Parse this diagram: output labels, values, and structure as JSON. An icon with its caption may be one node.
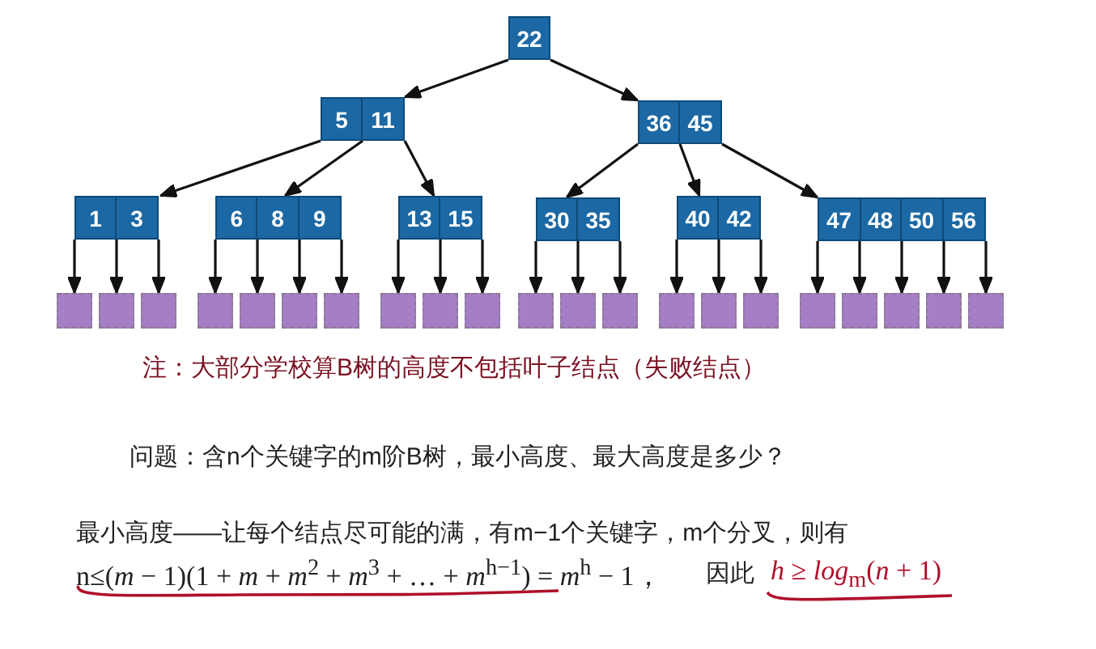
{
  "diagram": {
    "nodes": [
      {
        "text": [
          "22"
        ]
      },
      {
        "text": [
          "5",
          "11"
        ]
      },
      {
        "text": [
          "36",
          "45"
        ]
      },
      {
        "text": [
          "1",
          "3"
        ]
      },
      {
        "text": [
          "6",
          "8",
          "9"
        ]
      },
      {
        "text": [
          "13",
          "15"
        ]
      },
      {
        "text": [
          "30",
          "35"
        ]
      },
      {
        "text": [
          "40",
          "42"
        ]
      },
      {
        "text": [
          "47",
          "48",
          "50",
          "56"
        ]
      },
      {
        "text": [],
        "shape": "box"
      },
      {
        "text": [],
        "shape": "box"
      },
      {
        "text": [],
        "shape": "box"
      },
      {
        "text": [],
        "shape": "box"
      },
      {
        "text": [],
        "shape": "box"
      },
      {
        "text": [],
        "shape": "box"
      },
      {
        "text": [],
        "shape": "box"
      },
      {
        "text": [],
        "shape": "box"
      },
      {
        "text": [],
        "shape": "box"
      },
      {
        "text": [],
        "shape": "box"
      },
      {
        "text": [],
        "shape": "box"
      },
      {
        "text": [],
        "shape": "box"
      },
      {
        "text": [],
        "shape": "box"
      },
      {
        "text": [],
        "shape": "box"
      },
      {
        "text": [],
        "shape": "box"
      },
      {
        "text": [],
        "shape": "box"
      },
      {
        "text": [],
        "shape": "box"
      },
      {
        "text": [],
        "shape": "box"
      },
      {
        "text": [],
        "shape": "box"
      },
      {
        "text": [],
        "shape": "box"
      },
      {
        "text": [],
        "shape": "box"
      }
    ],
    "edges": [
      {
        "from": 0,
        "to": 1,
        "arrow": "to"
      },
      {
        "from": 0,
        "to": 2,
        "arrow": "to"
      },
      {
        "from": 1,
        "to": 3,
        "arrow": "to"
      },
      {
        "from": 1,
        "to": 4,
        "arrow": "to"
      },
      {
        "from": 1,
        "to": 5,
        "arrow": "to"
      },
      {
        "from": 2,
        "to": 6,
        "arrow": "to"
      },
      {
        "from": 2,
        "to": 7,
        "arrow": "to"
      },
      {
        "from": 2,
        "to": 8,
        "arrow": "to"
      },
      {
        "from": 3,
        "to": 9,
        "arrow": "to"
      },
      {
        "from": 3,
        "to": 10,
        "arrow": "to"
      },
      {
        "from": 3,
        "to": 11,
        "arrow": "to"
      },
      {
        "from": 4,
        "to": 12,
        "arrow": "to"
      },
      {
        "from": 4,
        "to": 13,
        "arrow": "to"
      },
      {
        "from": 4,
        "to": 14,
        "arrow": "to"
      },
      {
        "from": 4,
        "to": 15,
        "arrow": "to"
      },
      {
        "from": 5,
        "to": 16,
        "arrow": "to"
      },
      {
        "from": 5,
        "to": 17,
        "arrow": "to"
      },
      {
        "from": 5,
        "to": 18,
        "arrow": "to"
      },
      {
        "from": 6,
        "to": 19,
        "arrow": "to"
      },
      {
        "from": 6,
        "to": 20,
        "arrow": "to"
      },
      {
        "from": 6,
        "to": 21,
        "arrow": "to"
      },
      {
        "from": 7,
        "to": 22,
        "arrow": "to"
      },
      {
        "from": 7,
        "to": 23,
        "arrow": "to"
      },
      {
        "from": 7,
        "to": 24,
        "arrow": "to"
      },
      {
        "from": 8,
        "to": 25,
        "arrow": "to"
      },
      {
        "from": 8,
        "to": 26,
        "arrow": "to"
      },
      {
        "from": 8,
        "to": 27,
        "arrow": "to"
      },
      {
        "from": 8,
        "to": 28,
        "arrow": "to"
      },
      {
        "from": 8,
        "to": 29,
        "arrow": "to"
      }
    ],
    "labels": [
      "注：大部分学校算B树的高度不包括叶子结点（失败结点）",
      "问题：含n个关键字的m阶B树，最小高度、最大高度是多少？",
      "最小高度——让每个结点尽可能的满，有m−1个关键字，m个分叉，则有",
      "n≤(*m* − 1)(1 + *m* + *m*$^{2}$ + *m*$^{3}$ + … + *m*$^{h−1}$) = *m*$^{h}$ − 1，",
      "因此",
      "*h* ≥ *log*$_{m}$(*n* + 1)"
    ]
  }
}
